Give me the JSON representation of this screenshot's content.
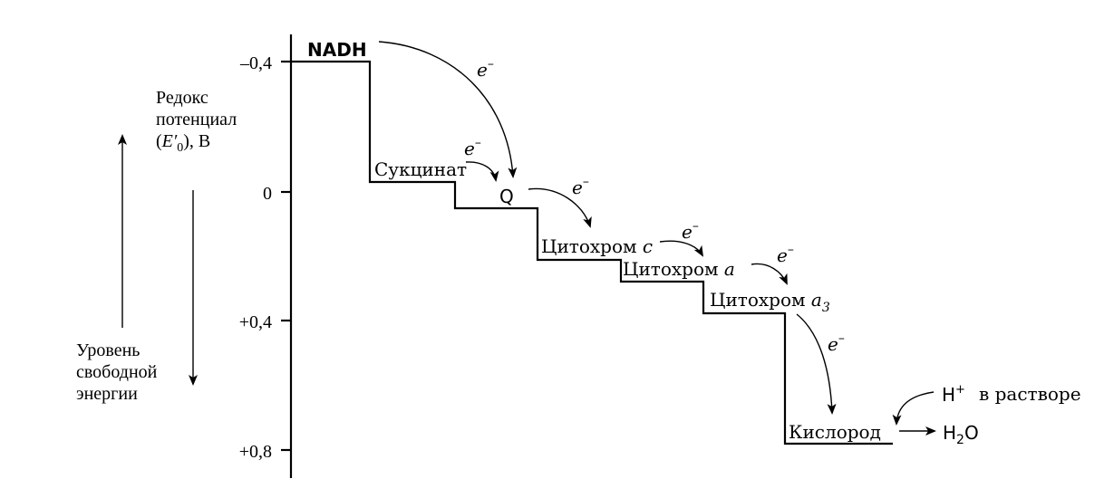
{
  "axis": {
    "ticks": [
      "–0,4",
      "0",
      "+0,4",
      "+0,8"
    ],
    "title_lines": [
      "Редокс",
      "потенциал"
    ],
    "title_unit_prefix": "(",
    "title_unit_symbol": "E′",
    "title_unit_sub": "0",
    "title_unit_suffix": "), В",
    "energy_lines": [
      "Уровень",
      "свободной",
      "энергии"
    ]
  },
  "carriers": {
    "nadh": "NADH",
    "succinate": "Сукцинат",
    "q": "Q",
    "cyt_c_prefix": "Цитохром ",
    "cyt_c_letter": "c",
    "cyt_a_prefix": "Цитохром ",
    "cyt_a_letter": "a",
    "cyt_a3_prefix": "Цитохром ",
    "cyt_a3_letter": "a",
    "cyt_a3_sub": "3",
    "oxygen": "Кислород"
  },
  "electron": {
    "symbol": "e",
    "charge": "–"
  },
  "products": {
    "hplus": "H",
    "hplus_sup": "+",
    "solution": "в растворе",
    "water_h": "H",
    "water_sub": "2",
    "water_o": "O"
  }
}
